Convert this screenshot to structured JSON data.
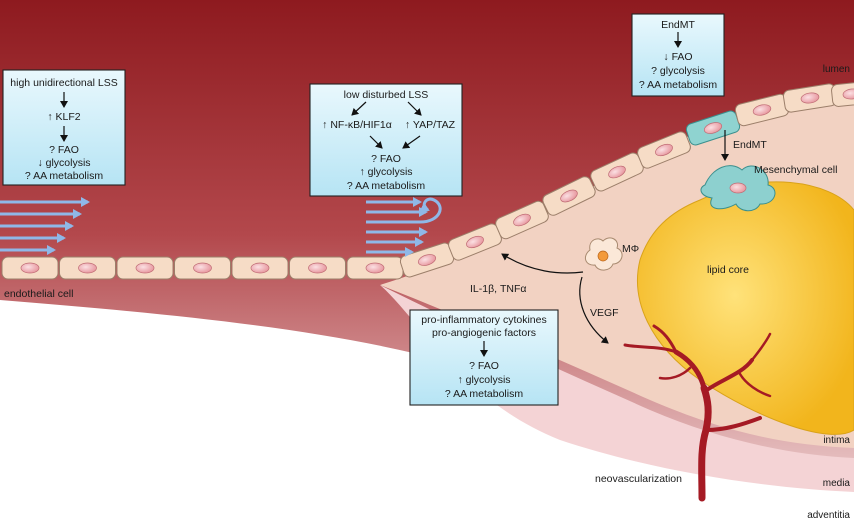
{
  "layer_labels": {
    "lumen": "lumen",
    "intima": "intima",
    "media": "media",
    "adventitia": "adventitia"
  },
  "labels": {
    "endothelial_cell": "endothelial cell",
    "mesenchymal_cell": "Mesenchymal cell",
    "endmt_side": "EndMT",
    "macrophage": "MΦ",
    "lipid_core": "lipid core",
    "cytokines": "IL-1β, TNFα",
    "vegf": "VEGF",
    "neovascularization": "neovascularization"
  },
  "boxes": {
    "unidirectional": {
      "title": "high unidirectional LSS",
      "klf2": "↑ KLF2",
      "fao": "? FAO",
      "glycolysis": "↓ glycolysis",
      "aa": "? AA metabolism"
    },
    "disturbed": {
      "title": "low disturbed LSS",
      "nfkb": "↑ NF-κB/HIF1α",
      "yap": "↑ YAP/TAZ",
      "fao": "? FAO",
      "glycolysis": "↑ glycolysis",
      "aa": "? AA metabolism"
    },
    "endmt": {
      "title": "EndMT",
      "fao": "↓ FAO",
      "glycolysis": "? glycolysis",
      "aa": "? AA metabolism"
    },
    "angiogenic": {
      "line1": "pro-inflammatory cytokines",
      "line2": "pro-angiogenic factors",
      "fao": "? FAO",
      "glycolysis": "↑ glycolysis",
      "aa": "? AA metabolism"
    }
  }
}
